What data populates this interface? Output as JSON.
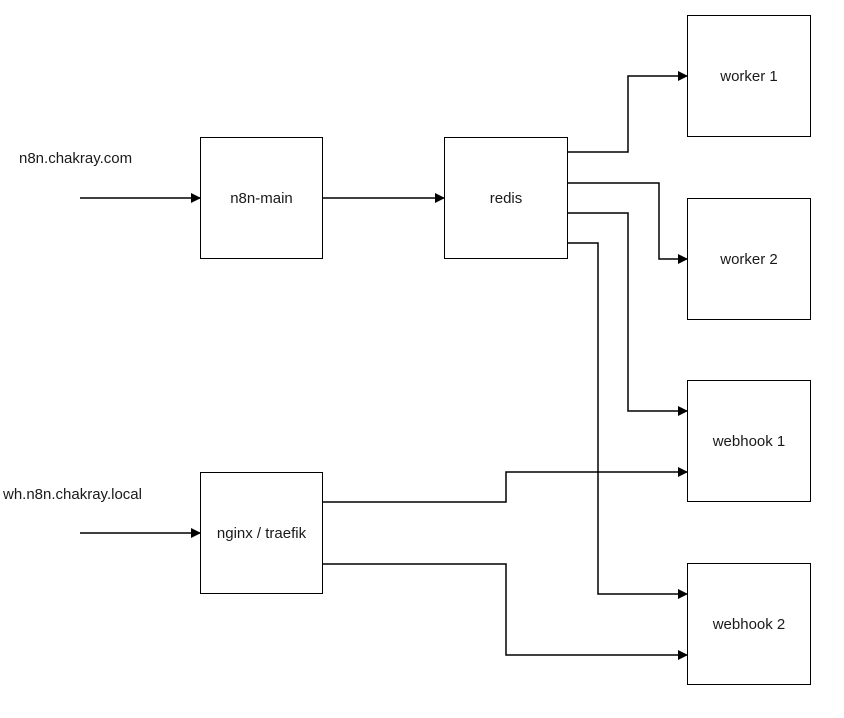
{
  "diagram": {
    "inputs": {
      "main_host": "n8n.chakray.com",
      "webhook_host": "wh.n8n.chakray.local"
    },
    "nodes": {
      "n8n_main": "n8n-main",
      "redis": "redis",
      "proxy": "nginx / traefik",
      "worker1": "worker 1",
      "worker2": "worker 2",
      "webhook1": "webhook 1",
      "webhook2": "webhook 2"
    },
    "stroke_color": "#000000"
  }
}
